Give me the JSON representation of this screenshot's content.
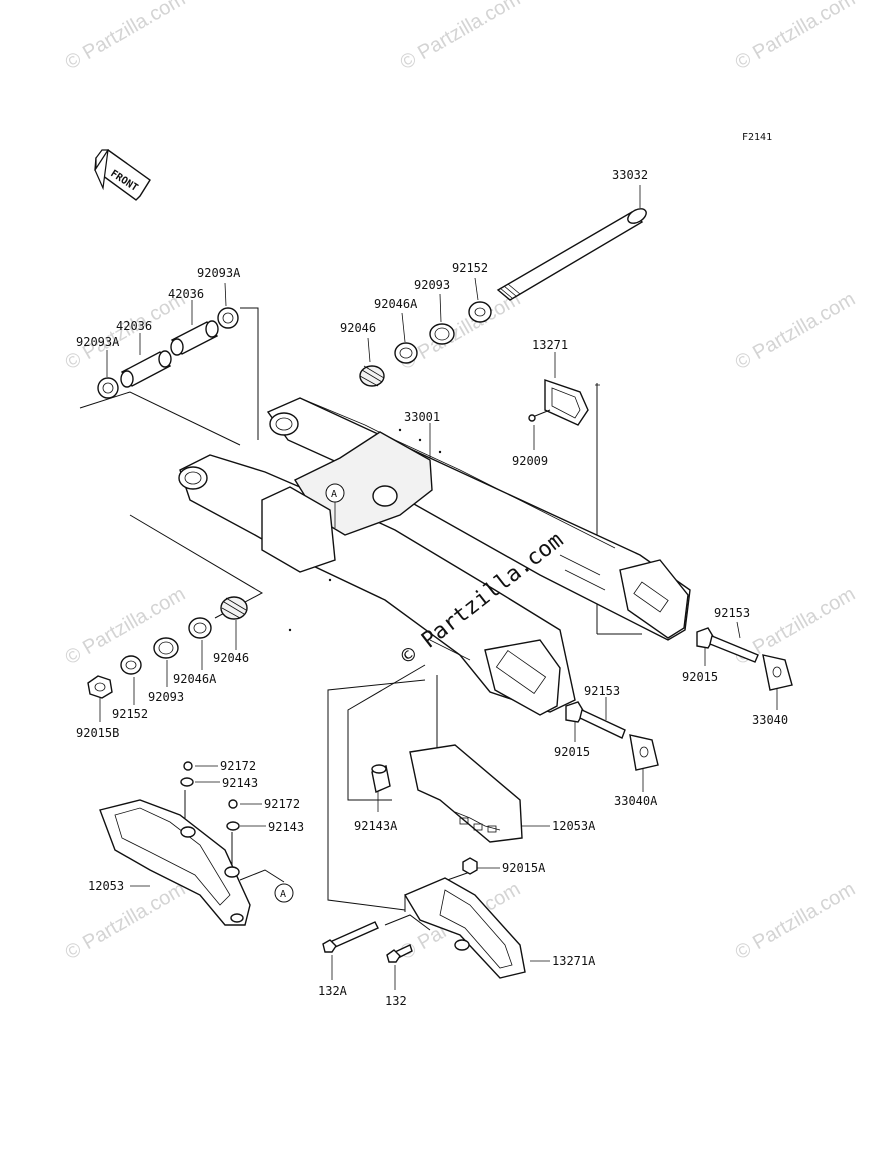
{
  "diagram": {
    "code": "F2141",
    "front_label": "FRONT",
    "callout_ref": "A",
    "watermark": "© Partzilla.com",
    "center_watermark": "© Partzilla.com"
  },
  "parts": {
    "p33032": "33032",
    "p92152_top": "92152",
    "p92093_top": "92093",
    "p92046A_top": "92046A",
    "p92046_top": "92046",
    "p92093A_top": "92093A",
    "p42036_a": "42036",
    "p42036_b": "42036",
    "p92093A_left": "92093A",
    "p13271": "13271",
    "p33001": "33001",
    "p92009": "92009",
    "p92153_r": "92153",
    "p92015_r": "92015",
    "p33040": "33040",
    "p92046_bot": "92046",
    "p92046A_bot": "92046A",
    "p92093_bot": "92093",
    "p92152_bot": "92152",
    "p92015B": "92015B",
    "p92153_m": "92153",
    "p92015_m": "92015",
    "p33040A": "33040A",
    "p92172_a": "92172",
    "p92143_a": "92143",
    "p92172_b": "92172",
    "p92143_b": "92143",
    "p92143A": "92143A",
    "p12053A": "12053A",
    "p12053": "12053",
    "p92015A": "92015A",
    "p13271A": "13271A",
    "p132A": "132A",
    "p132": "132"
  },
  "colors": {
    "line": "#111111",
    "watermark": "#d4d4d4",
    "background": "#ffffff"
  }
}
